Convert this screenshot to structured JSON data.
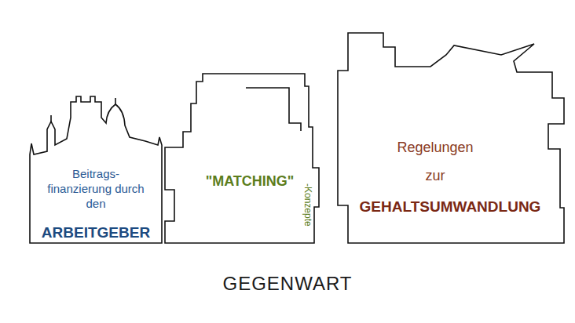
{
  "diagram": {
    "caption": "GEGENWART",
    "nodes": [
      {
        "text": [
          "Beitrags- finanzierung durch den",
          "ARBEITGEBER"
        ]
      },
      {
        "text": [
          "\"MATCHING\"",
          "-Konzepte"
        ]
      },
      {
        "text": [
          "Regelungen zur",
          "GEHALTSUMWANDLUNG"
        ]
      }
    ]
  }
}
